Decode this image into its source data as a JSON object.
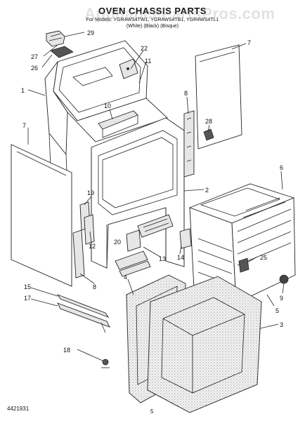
{
  "header": {
    "title": "OVEN CHASSIS PARTS",
    "models": "For Models: YGR4WS4TW1, YGR4WS4TB1, YGR4WS4TL1",
    "colors": "(White)      (Black)      (Bisque)"
  },
  "watermark": "AppliancePartsPros.com",
  "footer": {
    "doc_number": "4421931",
    "page_number": "5"
  },
  "callouts": {
    "c1": "1",
    "c2": "2",
    "c3": "3",
    "c4": "4",
    "c5": "5",
    "c6": "6",
    "c7a": "7",
    "c7b": "7",
    "c8a": "8",
    "c8b": "8",
    "c9": "9",
    "c10": "10",
    "c11": "11",
    "c12": "12",
    "c13": "13",
    "c14": "14",
    "c15": "15",
    "c17": "17",
    "c18": "18",
    "c19": "19",
    "c20": "20",
    "c22": "22",
    "c25": "25",
    "c26": "26",
    "c27": "27",
    "c28": "28",
    "c29": "29"
  }
}
